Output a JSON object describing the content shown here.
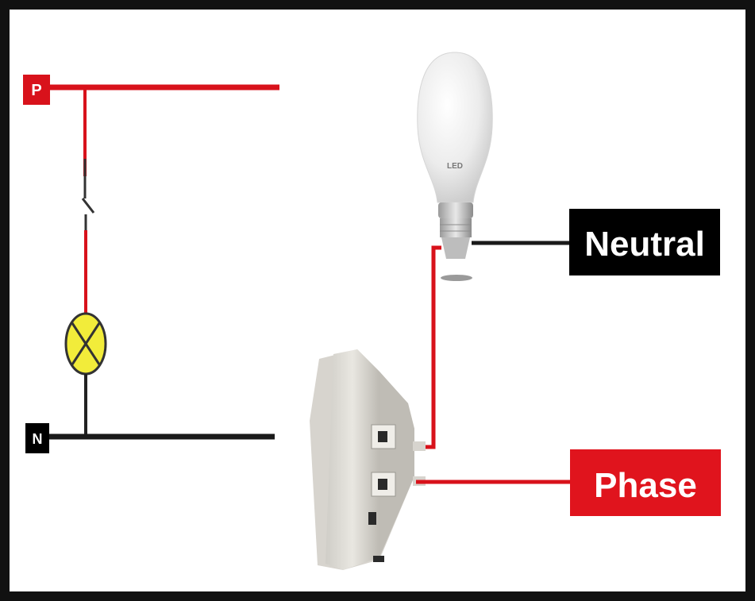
{
  "terminals": {
    "phase_letter": "P",
    "neutral_letter": "N"
  },
  "labels": {
    "neutral": "Neutral",
    "phase": "Phase"
  },
  "bulb": {
    "brand_mark": "LED"
  },
  "colors": {
    "phase_wire": "#d8121b",
    "neutral_wire": "#1a1a1a",
    "neutral_label_bg": "#000000",
    "phase_label_bg": "#e0141d",
    "lamp_symbol": "#f2ec3a",
    "frame": "#111111"
  },
  "icons": {
    "switch": "one-way-switch-symbol",
    "lamp": "lamp-symbol",
    "bulb": "led-bulb-icon",
    "wall_switch": "wall-switch-icon"
  }
}
